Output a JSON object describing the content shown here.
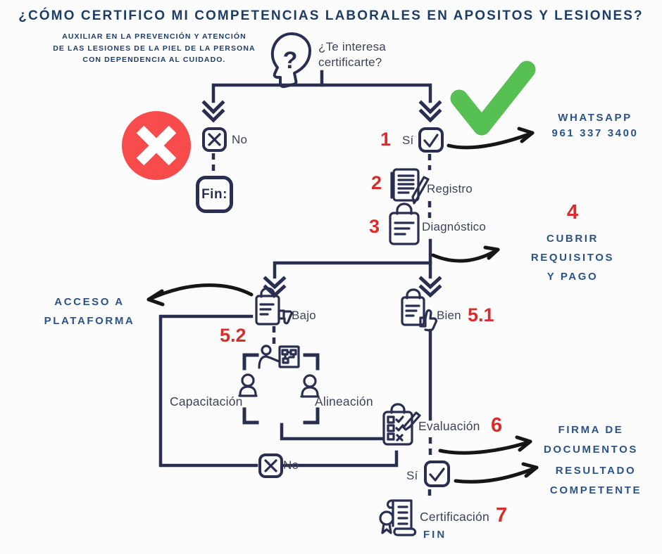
{
  "colors": {
    "bg": "#fcfcfc",
    "line": "#2a2f52",
    "flowtext": "#3d4258",
    "navy": "#1d3c66",
    "blue": "#2b5287",
    "red": "#d92c2c",
    "xred": "#f84c4c",
    "green": "#57c053",
    "ink": "#161616"
  },
  "title": "¿CÓMO CERTIFICO MI COMPETENCIAS LABORALES EN APOSITOS Y LESIONES?",
  "subtitle": [
    "AUXILIAR EN LA PREVENCIÓN Y ATENCIÓN",
    "DE LAS LESIONES DE LA PIEL DE LA PERSONA",
    "CON DEPENDENCIA AL CUIDADO."
  ],
  "question": "¿Te interesa certificarte?",
  "steps": {
    "s1": "1",
    "s2": "2",
    "s3": "3",
    "s4": "4",
    "s51": "5.1",
    "s52": "5.2",
    "s6": "6",
    "s7": "7"
  },
  "nodes": {
    "no1": "No",
    "si1": "Sí",
    "fin_box": "Fin:",
    "registro": "Registro",
    "diagnostico": "Diagnóstico",
    "bajo": "Bajo",
    "bien": "Bien",
    "capacitacion": "Capacitación",
    "alineacion": "Alineación",
    "evaluacion": "Evaluación",
    "no2": "No",
    "si2": "Sí",
    "certificacion": "Certificación",
    "fin": "FIN"
  },
  "annotations": {
    "whatsapp": [
      "WHATSAPP",
      "961 337 3400"
    ],
    "cubrir": [
      "CUBRIR",
      "REQUISITOS",
      "Y PAGO"
    ],
    "acceso": [
      "ACCESO A",
      "PLATAFORMA"
    ],
    "firma": [
      "FIRMA DE",
      "DOCUMENTOS"
    ],
    "resultado": [
      "RESULTADO",
      "COMPETENTE"
    ]
  },
  "icons": [
    "question-head-icon",
    "red-cross-icon",
    "green-check-icon",
    "checkbox-x-icon",
    "checkbox-check-icon",
    "notebook-pen-icon",
    "clipboard-icon",
    "clipboard-thumbs-down-icon",
    "clipboard-thumbs-up-icon",
    "trainer-board-icon",
    "person-icon",
    "checklist-pencil-icon",
    "certificate-scroll-icon"
  ]
}
